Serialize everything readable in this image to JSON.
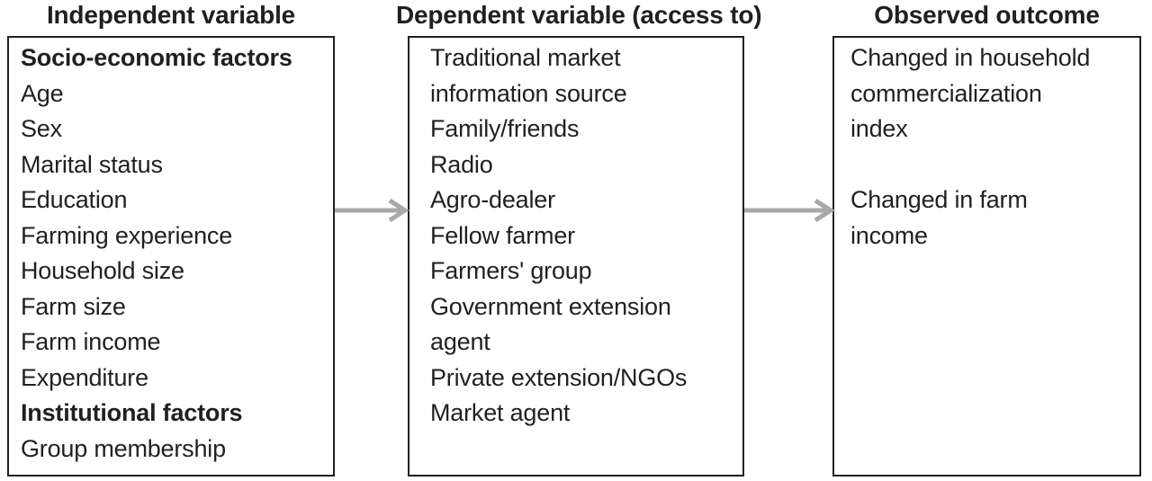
{
  "columns": [
    {
      "header": "Independent variable",
      "lines": [
        {
          "text": "Socio-economic factors",
          "bold": true
        },
        {
          "text": "Age",
          "bold": false
        },
        {
          "text": "Sex",
          "bold": false
        },
        {
          "text": "Marital status",
          "bold": false
        },
        {
          "text": "Education",
          "bold": false
        },
        {
          "text": "Farming experience",
          "bold": false
        },
        {
          "text": "Household size",
          "bold": false
        },
        {
          "text": "Farm size",
          "bold": false
        },
        {
          "text": "Farm income",
          "bold": false
        },
        {
          "text": "Expenditure",
          "bold": false
        },
        {
          "text": "Institutional factors",
          "bold": true
        },
        {
          "text": "Group membership",
          "bold": false
        }
      ]
    },
    {
      "header": "Dependent variable (access to)",
      "lines": [
        {
          "text": "Traditional market",
          "bold": false
        },
        {
          "text": "information source",
          "bold": false
        },
        {
          "text": "Family/friends",
          "bold": false
        },
        {
          "text": "Radio",
          "bold": false
        },
        {
          "text": "Agro-dealer",
          "bold": false
        },
        {
          "text": "Fellow farmer",
          "bold": false
        },
        {
          "text": "Farmers' group",
          "bold": false
        },
        {
          "text": "Government extension",
          "bold": false
        },
        {
          "text": "agent",
          "bold": false
        },
        {
          "text": "Private extension/NGOs",
          "bold": false
        },
        {
          "text": "Market agent",
          "bold": false
        }
      ]
    },
    {
      "header": "Observed outcome",
      "lines": [
        {
          "text": "Changed in household",
          "bold": false
        },
        {
          "text": "commercialization",
          "bold": false
        },
        {
          "text": "index",
          "bold": false
        },
        {
          "text": "",
          "bold": false
        },
        {
          "text": "Changed in farm",
          "bold": false
        },
        {
          "text": "income",
          "bold": false
        }
      ]
    }
  ],
  "colors": {
    "text": "#231f20",
    "border": "#231f20",
    "arrow": "#a9a9a9",
    "background": "#ffffff"
  }
}
